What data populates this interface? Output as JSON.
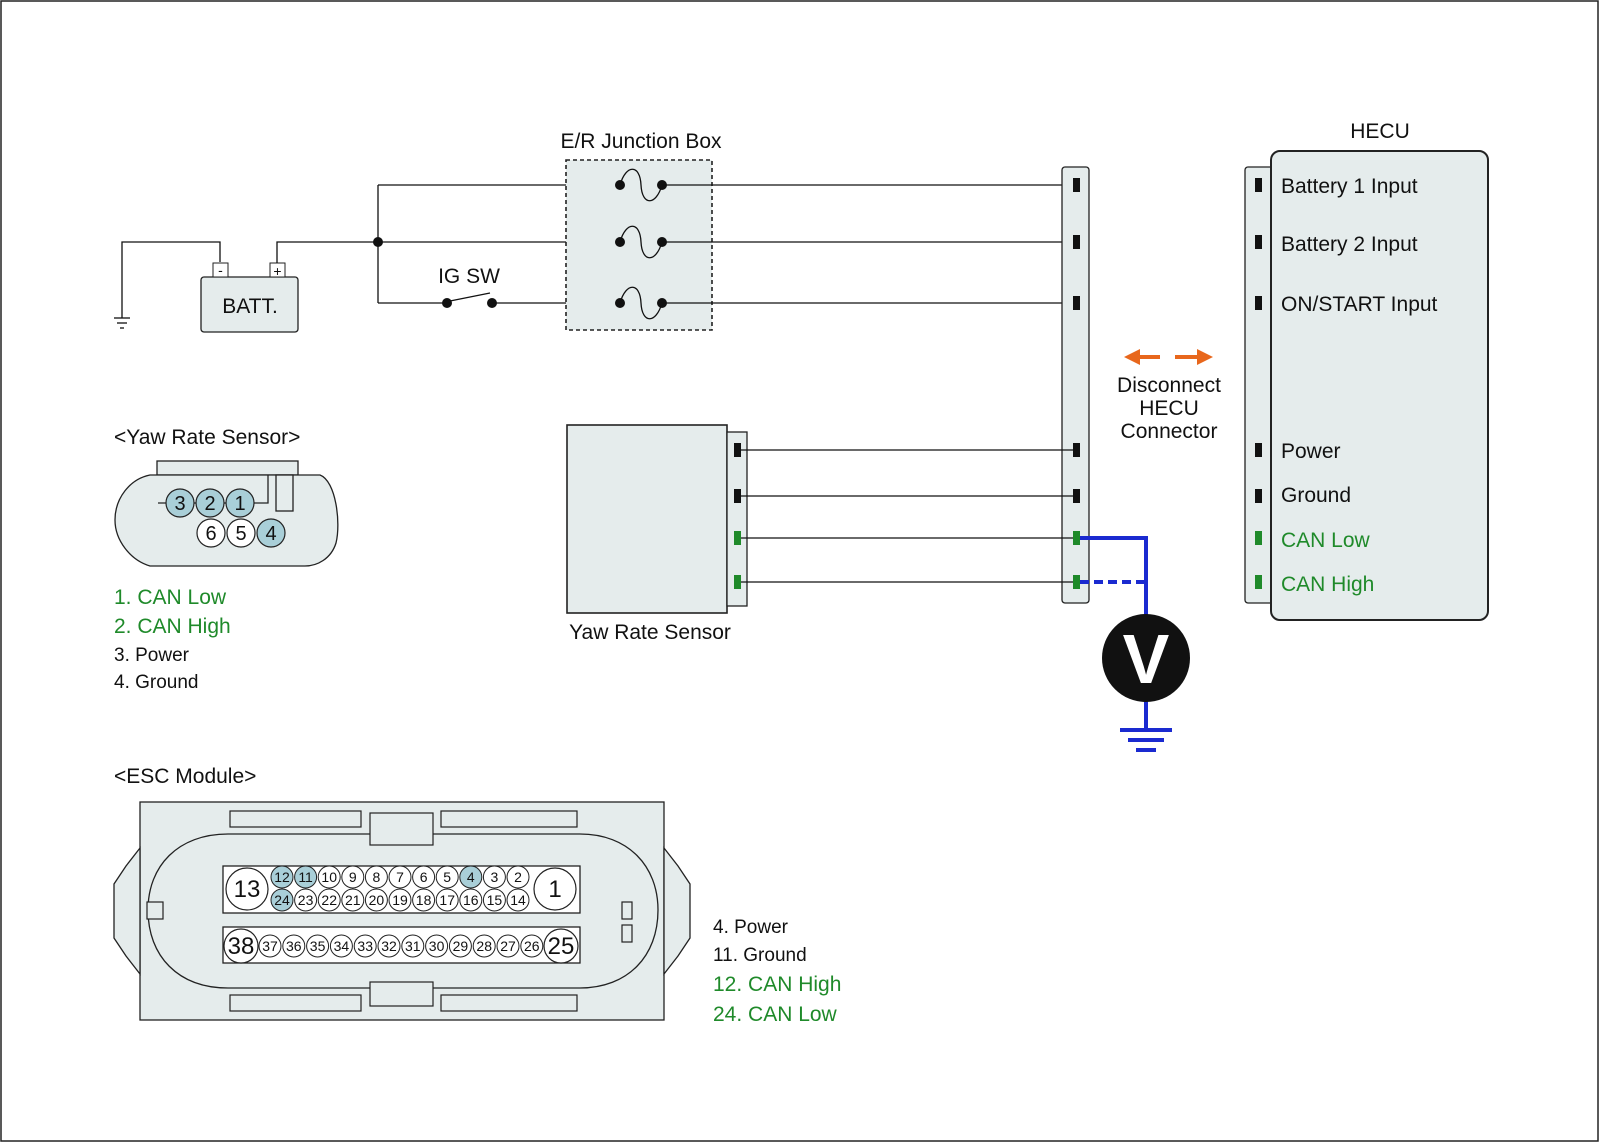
{
  "title": "",
  "colors": {
    "wire": "#111111",
    "can_highlight": "#1f8a2a",
    "meter_lead": "#1a2ad0",
    "arrow": "#e8671c",
    "box_fill": "#e5ecec",
    "pin_highlight": "#a9cfd8"
  },
  "labels": {
    "junction_box": "E/R Junction Box",
    "battery": "BATT.",
    "battery_neg": "-",
    "battery_pos": "+",
    "ig_switch": "IG SW",
    "hecu": "HECU",
    "yaw_sensor": "Yaw Rate Sensor",
    "disconnect": [
      "Disconnect",
      "HECU",
      "Connector"
    ],
    "meter": "V"
  },
  "hecu_pins": [
    {
      "label": "Battery 1 Input",
      "type": "normal"
    },
    {
      "label": "Battery 2 Input",
      "type": "normal"
    },
    {
      "label": "ON/START Input",
      "type": "normal"
    },
    {
      "label": "Power",
      "type": "normal"
    },
    {
      "label": "Ground",
      "type": "normal"
    },
    {
      "label": "CAN Low",
      "type": "can"
    },
    {
      "label": "CAN High",
      "type": "can"
    }
  ],
  "yaw_connector": {
    "title": "<Yaw Rate Sensor>",
    "top_row": [
      "3",
      "2",
      "1"
    ],
    "bottom_row": [
      "6",
      "5",
      "4"
    ],
    "highlighted": [
      "1",
      "2",
      "3",
      "4"
    ],
    "legend": [
      {
        "text": "1. CAN Low",
        "type": "can"
      },
      {
        "text": "2. CAN High",
        "type": "can"
      },
      {
        "text": "3. Power",
        "type": "normal"
      },
      {
        "text": "4. Ground",
        "type": "normal"
      }
    ]
  },
  "esc_connector": {
    "title": "<ESC Module>",
    "big_pins": [
      "13",
      "1",
      "38",
      "25"
    ],
    "row1": [
      "12",
      "11",
      "10",
      "9",
      "8",
      "7",
      "6",
      "5",
      "4",
      "3",
      "2"
    ],
    "row2": [
      "24",
      "23",
      "22",
      "21",
      "20",
      "19",
      "18",
      "17",
      "16",
      "15",
      "14"
    ],
    "row3": [
      "37",
      "36",
      "35",
      "34",
      "33",
      "32",
      "31",
      "30",
      "29",
      "28",
      "27",
      "26"
    ],
    "highlighted": [
      "12",
      "11",
      "4",
      "24"
    ],
    "legend": [
      {
        "text": "4. Power",
        "type": "normal"
      },
      {
        "text": "11. Ground",
        "type": "normal"
      },
      {
        "text": "12. CAN High",
        "type": "can"
      },
      {
        "text": "24. CAN Low",
        "type": "can"
      }
    ]
  }
}
